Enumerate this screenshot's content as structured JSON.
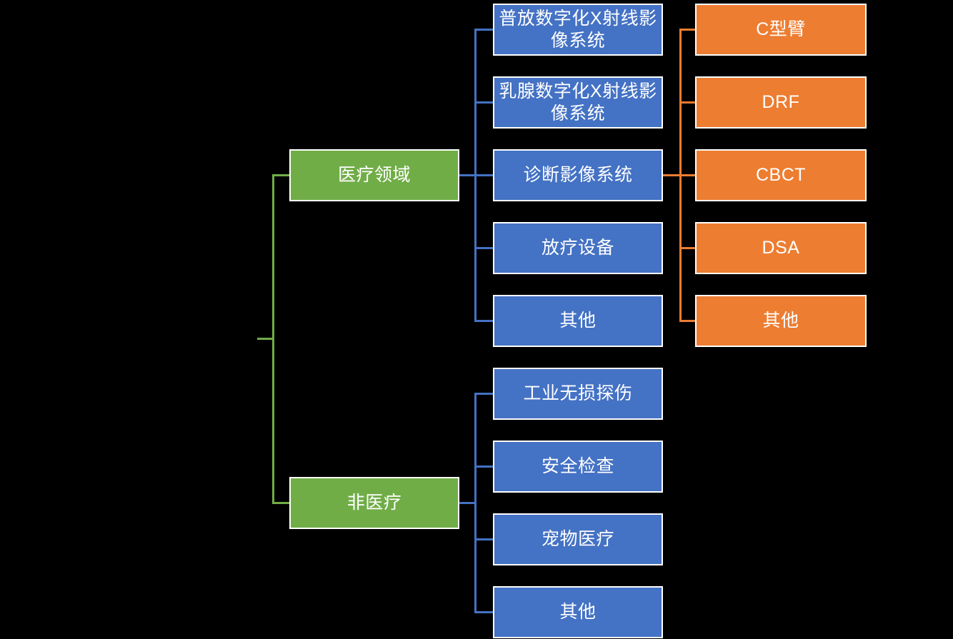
{
  "palette": {
    "green": "#70AD47",
    "blue": "#4472C4",
    "orange": "#ED7D31",
    "box_border": "#FFFFFF",
    "text": "#FFFFFF",
    "background": "#000000"
  },
  "tree": [
    {
      "label": "医疗领域",
      "color": "green",
      "children": [
        {
          "label": "普放数字化X射线影\n像系统",
          "color": "blue"
        },
        {
          "label": "乳腺数字化X射线影\n像系统",
          "color": "blue"
        },
        {
          "label": "诊断影像系统",
          "color": "blue",
          "children": [
            {
              "label": "C型臂",
              "color": "orange"
            },
            {
              "label": "DRF",
              "color": "orange"
            },
            {
              "label": "CBCT",
              "color": "orange"
            },
            {
              "label": "DSA",
              "color": "orange"
            },
            {
              "label": "其他",
              "color": "orange"
            }
          ]
        },
        {
          "label": "放疗设备",
          "color": "blue"
        },
        {
          "label": "其他",
          "color": "blue"
        }
      ]
    },
    {
      "label": "非医疗",
      "color": "green",
      "children": [
        {
          "label": "工业无损探伤",
          "color": "blue"
        },
        {
          "label": "安全检查",
          "color": "blue"
        },
        {
          "label": "宠物医疗",
          "color": "blue"
        },
        {
          "label": "其他",
          "color": "blue"
        }
      ]
    }
  ]
}
